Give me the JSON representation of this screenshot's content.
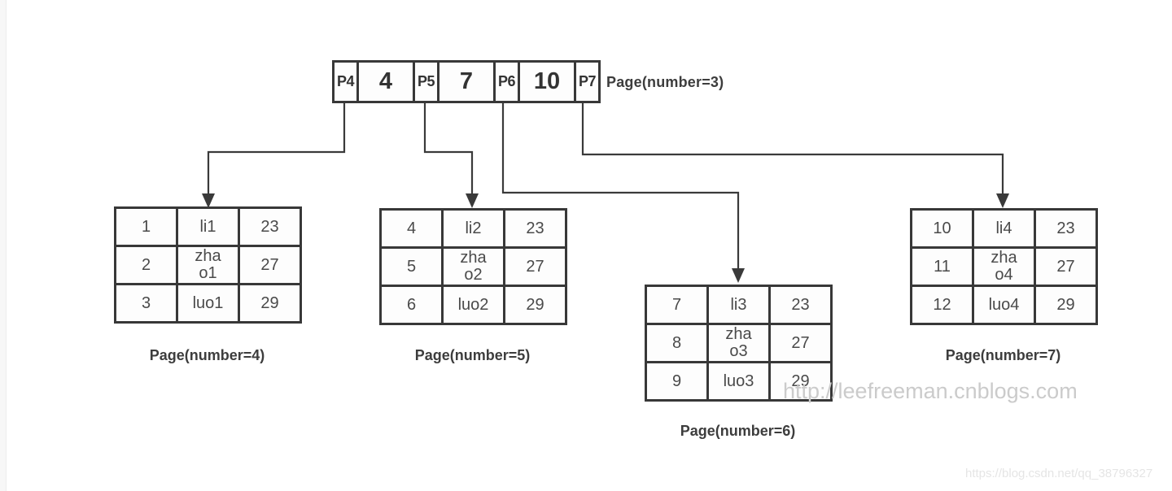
{
  "diagram_title": "B+ tree index pages diagram",
  "colors": {
    "line": "#3a3a3a",
    "border": "#383838",
    "cell_text": "#4a4a4a",
    "label_text": "#3d3d3d",
    "watermark_main": "#cbcbcb",
    "watermark_csdn": "#e5e5e5",
    "background": "#ffffff"
  },
  "root_node": {
    "label": "Page(number=3)",
    "cells": [
      {
        "kind": "pointer",
        "text": "P4"
      },
      {
        "kind": "key",
        "text": "4"
      },
      {
        "kind": "pointer",
        "text": "P5"
      },
      {
        "kind": "key",
        "text": "7"
      },
      {
        "kind": "pointer",
        "text": "P6"
      },
      {
        "kind": "key",
        "text": "10"
      },
      {
        "kind": "pointer",
        "text": "P7"
      }
    ]
  },
  "leaf_pages": [
    {
      "label": "Page(number=4)",
      "rows": [
        [
          "1",
          "li1",
          "23"
        ],
        [
          "2",
          "zha\no1",
          "27"
        ],
        [
          "3",
          "luo1",
          "29"
        ]
      ]
    },
    {
      "label": "Page(number=5)",
      "rows": [
        [
          "4",
          "li2",
          "23"
        ],
        [
          "5",
          "zha\no2",
          "27"
        ],
        [
          "6",
          "luo2",
          "29"
        ]
      ]
    },
    {
      "label": "Page(number=6)",
      "rows": [
        [
          "7",
          "li3",
          "23"
        ],
        [
          "8",
          "zha\no3",
          "27"
        ],
        [
          "9",
          "luo3",
          "29"
        ]
      ]
    },
    {
      "label": "Page(number=7)",
      "rows": [
        [
          "10",
          "li4",
          "23"
        ],
        [
          "11",
          "zha\no4",
          "27"
        ],
        [
          "12",
          "luo4",
          "29"
        ]
      ]
    }
  ],
  "watermarks": [
    {
      "text": "http://leefreeman.cnblogs.com"
    },
    {
      "text": "https://blog.csdn.net/qq_38796327"
    }
  ]
}
